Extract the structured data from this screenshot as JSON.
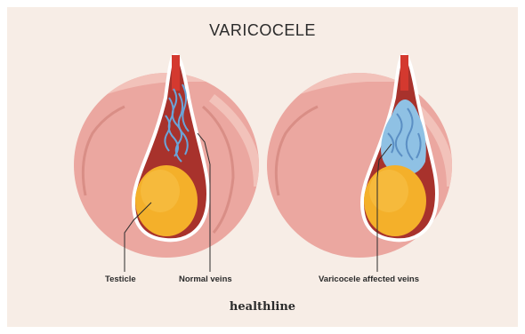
{
  "title": "VARICOCELE",
  "labels": {
    "testicle": "Testicle",
    "normal_veins": "Normal veins",
    "affected_veins": "Varicocele affected veins"
  },
  "brand": "healthline",
  "colors": {
    "background": "#f7ede6",
    "skin_circle": "#eba7a0",
    "skin_light": "#f2c2ba",
    "scrotum_inner": "#a8322c",
    "testicle": "#f4b02a",
    "normal_vein": "#6aa4d8",
    "enlarged_vein": "#8fc1e4",
    "artery": "#d4392f",
    "leader_line": "#2b2b2b"
  }
}
